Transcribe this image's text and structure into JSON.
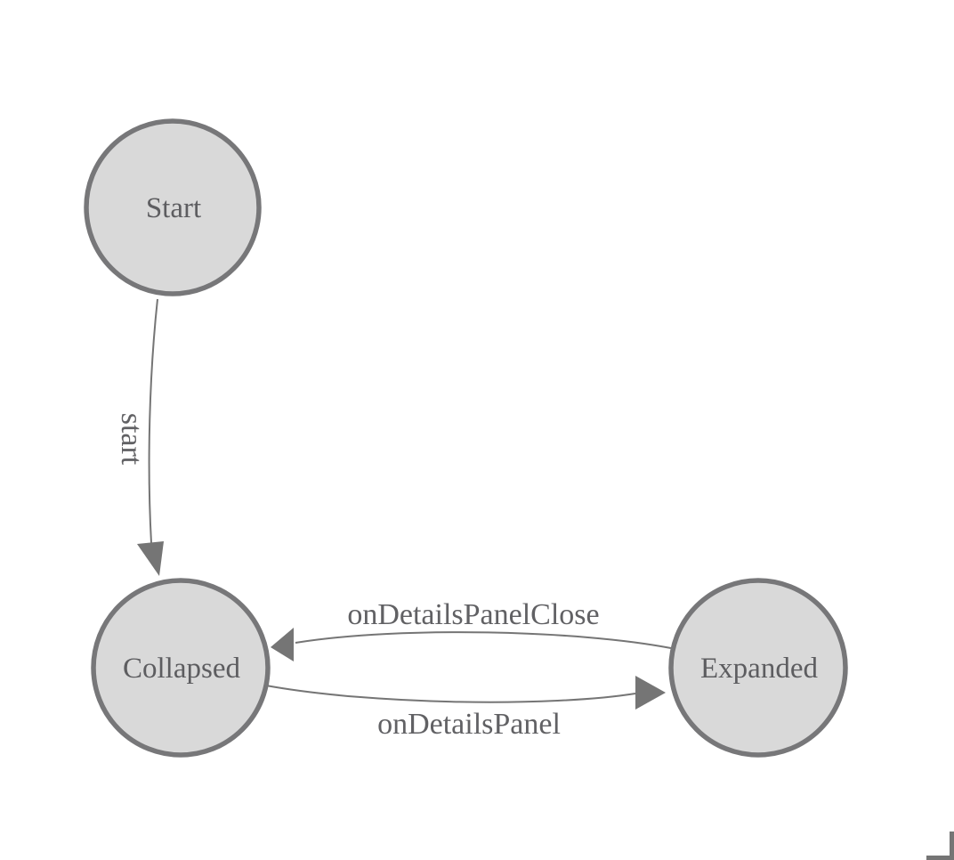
{
  "diagram": {
    "type": "state-machine",
    "nodes": {
      "start": {
        "label": "Start"
      },
      "collapsed": {
        "label": "Collapsed"
      },
      "expanded": {
        "label": "Expanded"
      }
    },
    "edges": {
      "start_to_collapsed": {
        "label": "start",
        "from": "Start",
        "to": "Collapsed"
      },
      "collapsed_to_expanded": {
        "label": "onDetailsPanel",
        "from": "Collapsed",
        "to": "Expanded"
      },
      "expanded_to_collapsed": {
        "label": "onDetailsPanelClose",
        "from": "Expanded",
        "to": "Collapsed"
      }
    },
    "colors": {
      "background": "#ffffff",
      "node_fill": "#d9d9d9",
      "node_border": "#777779",
      "edge": "#757575",
      "node_text": "#5d5d60",
      "edge_text": "#616164"
    }
  }
}
